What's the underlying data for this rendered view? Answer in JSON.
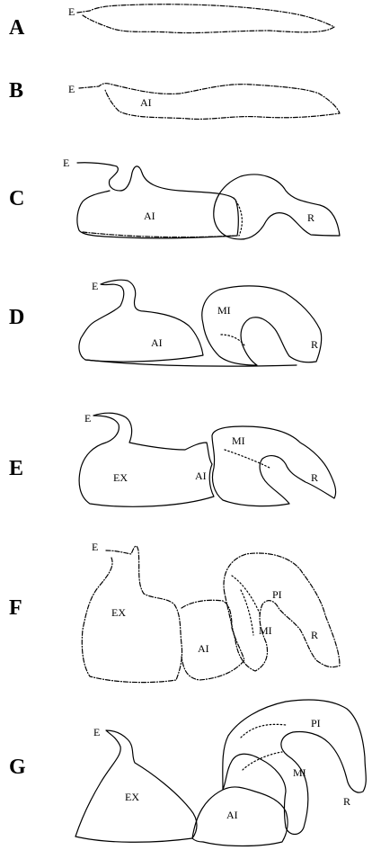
{
  "figure": {
    "panels": [
      {
        "letter": "A",
        "labels": [
          "E"
        ]
      },
      {
        "letter": "B",
        "labels": [
          "E",
          "AI"
        ]
      },
      {
        "letter": "C",
        "labels": [
          "E",
          "AI",
          "R"
        ]
      },
      {
        "letter": "D",
        "labels": [
          "E",
          "MI",
          "AI",
          "R"
        ]
      },
      {
        "letter": "E",
        "labels": [
          "E",
          "MI",
          "EX",
          "AI",
          "R"
        ]
      },
      {
        "letter": "F",
        "labels": [
          "E",
          "PI",
          "EX",
          "MI",
          "AI",
          "R"
        ]
      },
      {
        "letter": "G",
        "labels": [
          "E",
          "PI",
          "MI",
          "EX",
          "R",
          "AI"
        ]
      }
    ]
  },
  "colors": {
    "stroke": "#000000",
    "background": "#ffffff"
  }
}
